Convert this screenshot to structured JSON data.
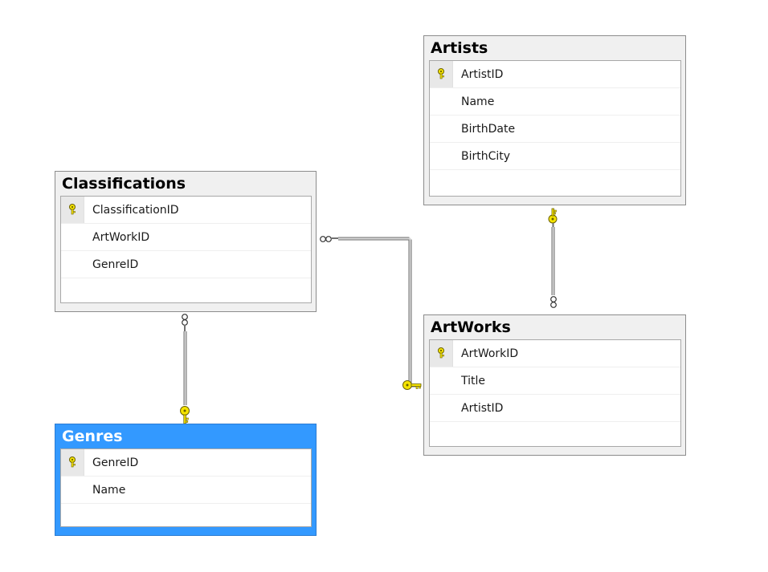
{
  "diagram": {
    "tables": [
      {
        "id": "artists",
        "title": "Artists",
        "selected": false,
        "columns": [
          {
            "name": "ArtistID",
            "pk": true
          },
          {
            "name": "Name",
            "pk": false
          },
          {
            "name": "BirthDate",
            "pk": false
          },
          {
            "name": "BirthCity",
            "pk": false
          }
        ]
      },
      {
        "id": "classifications",
        "title": "Classifications",
        "selected": false,
        "columns": [
          {
            "name": "ClassificationID",
            "pk": true
          },
          {
            "name": "ArtWorkID",
            "pk": false
          },
          {
            "name": "GenreID",
            "pk": false
          }
        ]
      },
      {
        "id": "artworks",
        "title": "ArtWorks",
        "selected": false,
        "columns": [
          {
            "name": "ArtWorkID",
            "pk": true
          },
          {
            "name": "Title",
            "pk": false
          },
          {
            "name": "ArtistID",
            "pk": false
          }
        ]
      },
      {
        "id": "genres",
        "title": "Genres",
        "selected": true,
        "columns": [
          {
            "name": "GenreID",
            "pk": true
          },
          {
            "name": "Name",
            "pk": false
          }
        ]
      }
    ],
    "relationships": [
      {
        "from": "artists",
        "to": "artworks",
        "one_end": "artists",
        "many_end": "artworks"
      },
      {
        "from": "classifications",
        "to": "artworks",
        "one_end": "artworks",
        "many_end": "classifications"
      },
      {
        "from": "classifications",
        "to": "genres",
        "one_end": "genres",
        "many_end": "classifications"
      }
    ],
    "colors": {
      "selected_header": "#3399ff",
      "key": "#f5e400",
      "line": "#8a8a8a"
    }
  }
}
